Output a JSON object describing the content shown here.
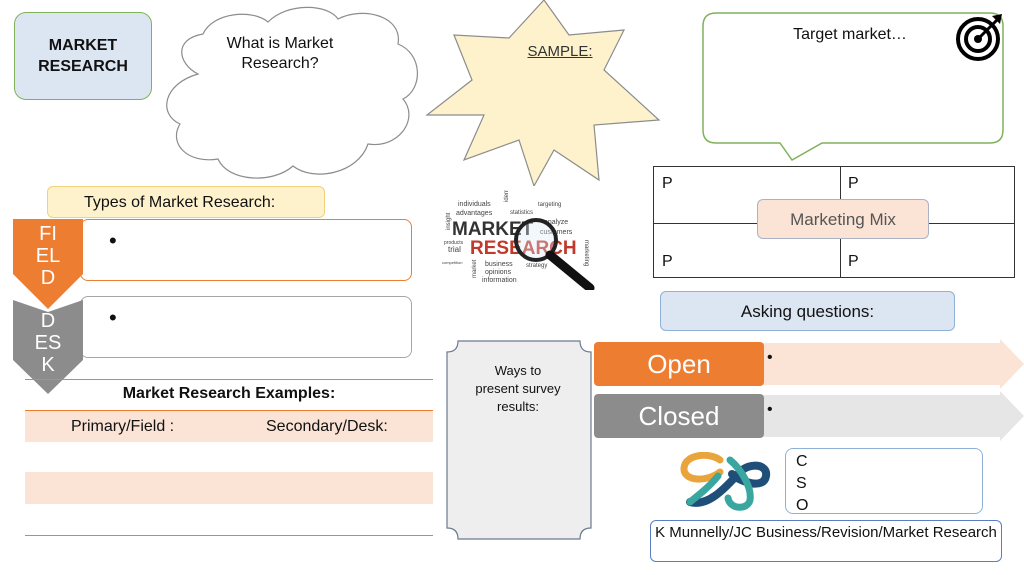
{
  "title": "MARKET\nRESEARCH",
  "cloud_question": "What is Market\nResearch?",
  "sample_label": "SAMPLE:",
  "target_market_label": "Target market…",
  "types_label": "Types of Market Research:",
  "field_chevron": "FI\nEL\nD",
  "desk_chevron": "D\nES\nK",
  "bullet": "•",
  "examples_title": "Market Research Examples:",
  "examples_columns": [
    "Primary/Field :",
    "Secondary/Desk:"
  ],
  "logo_words": [
    "individuals",
    "advantages",
    "statistics",
    "MARKET",
    "RESEARCH",
    "trial",
    "products",
    "insight",
    "business",
    "opinions",
    "information",
    "analyze",
    "customers",
    "marketing",
    "identify",
    "targeting",
    "strategy",
    "market",
    "competition"
  ],
  "marketing_mix_cells": [
    "P",
    "P",
    "P",
    "P"
  ],
  "marketing_mix_label": "Marketing Mix",
  "asking_label": "Asking questions:",
  "survey_label": "Ways to\npresent survey\nresults:",
  "question_types": [
    "Open",
    "Closed"
  ],
  "cso_letters": "C\nS\nO",
  "footer": "K Munnelly/JC Business/Revision/Market Research",
  "colors": {
    "orange": "#ed7d31",
    "grey": "#8c8c8c",
    "peach": "#fbe3d6",
    "light_blue": "#dce6f2",
    "star": "#fdf2cc",
    "green": "#7fb25a"
  }
}
